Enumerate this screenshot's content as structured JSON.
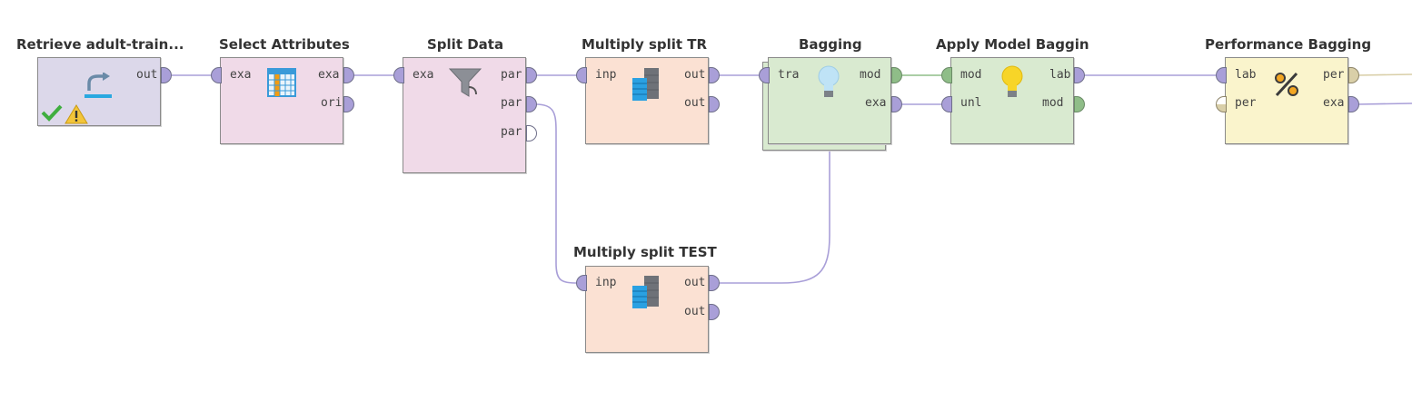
{
  "operators": {
    "retrieve": {
      "title": "Retrieve adult-train...",
      "ports": {
        "out": "out"
      }
    },
    "select": {
      "title": "Select Attributes",
      "ports": {
        "in": "exa",
        "out1": "exa",
        "out2": "ori"
      }
    },
    "split": {
      "title": "Split Data",
      "ports": {
        "in": "exa",
        "out1": "par",
        "out2": "par",
        "out3": "par"
      }
    },
    "multiply_tr": {
      "title": "Multiply split TR",
      "ports": {
        "in": "inp",
        "out1": "out",
        "out2": "out"
      }
    },
    "bagging": {
      "title": "Bagging",
      "ports": {
        "in": "tra",
        "out1": "mod",
        "out2": "exa"
      }
    },
    "apply": {
      "title": "Apply Model Baggin",
      "ports": {
        "in1": "mod",
        "in2": "unl",
        "out1": "lab",
        "out2": "mod"
      }
    },
    "performance": {
      "title": "Performance Bagging",
      "ports": {
        "in1": "lab",
        "in2": "per",
        "out1": "per",
        "out2": "exa"
      }
    },
    "multiply_test": {
      "title": "Multiply split TEST",
      "ports": {
        "in": "inp",
        "out1": "out",
        "out2": "out"
      }
    }
  },
  "colors": {
    "connection_data": "#a99fd8",
    "connection_model": "#8fbd88",
    "connection_perf": "#d9cfa8",
    "retrieve_bg": "#dcd8ea",
    "select_bg": "#f0dae8",
    "split_bg": "#f0dae8",
    "multiply_bg": "#fbe1d3",
    "bagging_bg": "#d9ead0",
    "apply_bg": "#d9ead0",
    "performance_bg": "#faf4cc"
  },
  "status": {
    "ok_icon": "checkmark-icon",
    "warning_icon": "warning-icon"
  }
}
